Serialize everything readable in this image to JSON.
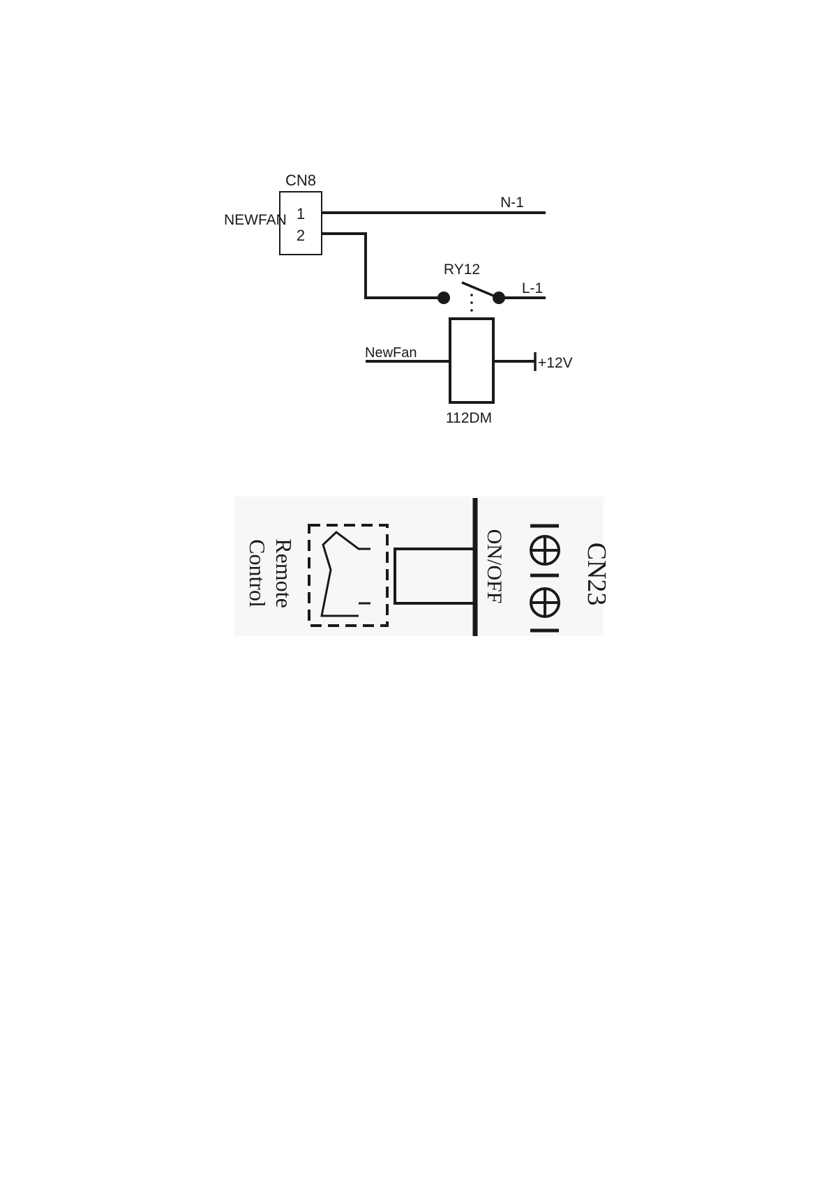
{
  "diagram1": {
    "connector_label": "CN8",
    "side_label": "NEWFAN",
    "pin1": "1",
    "pin2": "2",
    "line_n": "N-1",
    "relay_label": "RY12",
    "line_l": "L-1",
    "coil_input": "NewFan",
    "supply": "+12V",
    "relay_part": "112DM"
  },
  "diagram2": {
    "connector_label": "CN23",
    "function_label": "ON/OFF",
    "remote_line1": "Remote",
    "remote_line2": "Control"
  }
}
